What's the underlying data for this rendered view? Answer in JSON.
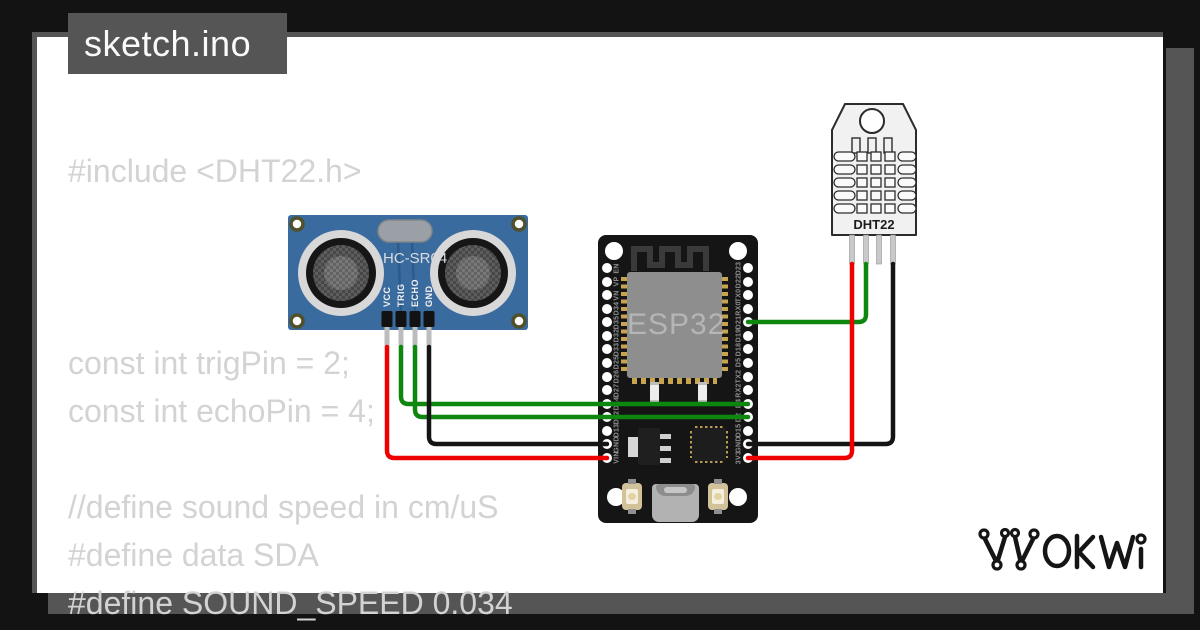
{
  "title": "sketch.ino",
  "code": {
    "lines": [
      "#include <DHT22.h>",
      "",
      "",
      "",
      "const int trigPin = 2;",
      "const int echoPin = 4;",
      "",
      "//define sound speed in cm/uS",
      "#define data SDA",
      "#define SOUND_SPEED 0.034"
    ]
  },
  "hcsr04": {
    "label": "HC-SR04",
    "pins": [
      "VCC",
      "TRIG",
      "ECHO",
      "GND"
    ]
  },
  "esp32": {
    "label": "ESP32",
    "left_pins": [
      "EN",
      "VP",
      "VN",
      "D34",
      "D35",
      "D32",
      "D33",
      "D25",
      "D26",
      "D27",
      "D14",
      "D12",
      "D13",
      "GND",
      "VIN"
    ],
    "right_pins": [
      "D23",
      "D22",
      "TX0",
      "RX0",
      "D21",
      "D19",
      "D18",
      "D5",
      "TX2",
      "RX2",
      "D4",
      "D2",
      "D15",
      "GND",
      "3V3"
    ]
  },
  "dht22": {
    "label": "DHT22"
  },
  "logo": {
    "label": "WOKWI"
  },
  "colors": {
    "wire_red": "#ee0000",
    "wire_green": "#0e870e",
    "wire_black": "#141414",
    "hcsr04_blue": "#3a6b9e",
    "frame_gray": "#555555"
  }
}
